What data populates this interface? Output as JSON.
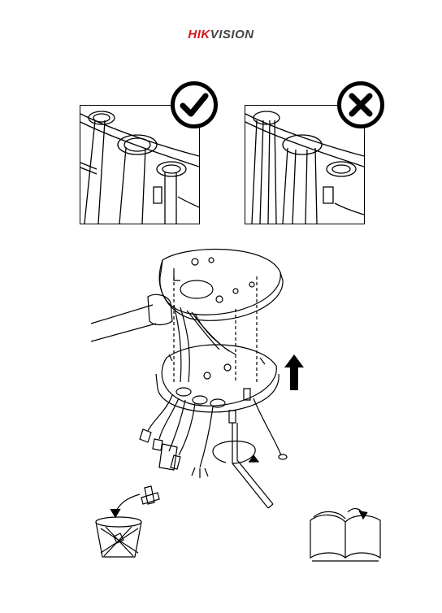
{
  "brand": {
    "part1": "HIK",
    "part2": "VISION",
    "accent_color": "#d7141a"
  },
  "panels": [
    {
      "name": "correct-example",
      "icon": "checkmark-icon"
    },
    {
      "name": "incorrect-example",
      "icon": "cross-icon"
    }
  ],
  "main_illustration": {
    "icons": [
      "mounting-base-icon",
      "cable-bundle-icon",
      "hex-key-icon",
      "rotate-arrow-icon",
      "up-arrow-icon",
      "trash-bin-icon",
      "manual-book-icon"
    ]
  }
}
